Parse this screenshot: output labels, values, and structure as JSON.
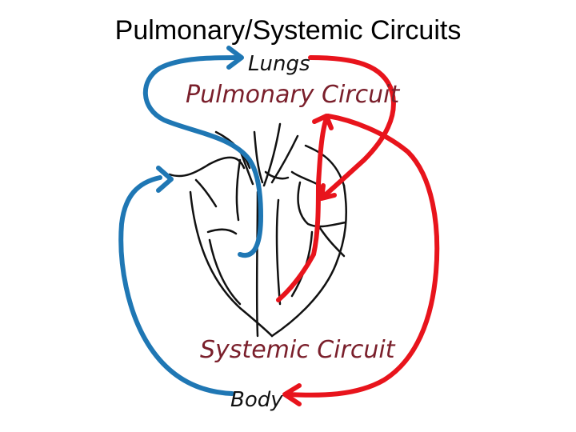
{
  "title": "Pulmonary/Systemic Circuits",
  "labels": {
    "lungs": "Lungs",
    "pulmonary_circuit": "Pulmonary Circuit",
    "systemic_circuit": "Systemic Circuit",
    "body": "Body"
  },
  "colors": {
    "deoxygenated": "#1f77b4",
    "oxygenated": "#e8141c",
    "heart_outline": "#111111",
    "label_text": "#7a1f2b",
    "location_text": "#111111"
  }
}
